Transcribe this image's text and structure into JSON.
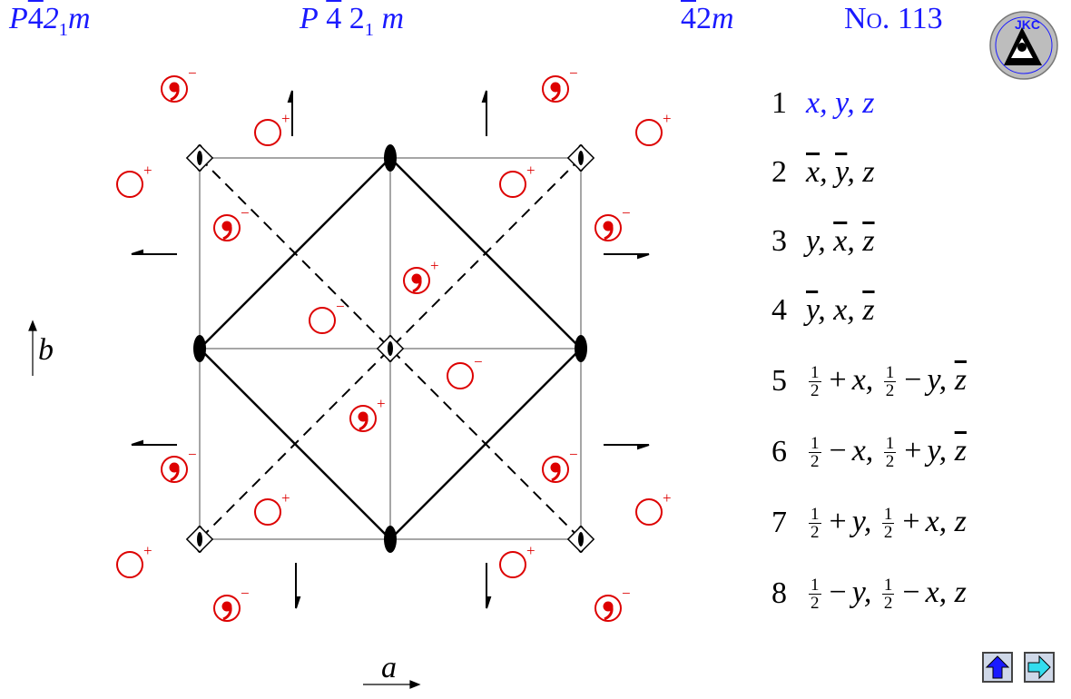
{
  "header": {
    "short_symbol": "P42₁m",
    "full_symbol": "P 4 2₁ m",
    "point_group": "42m",
    "number_label": "No.",
    "number": "113"
  },
  "logo_text": "JKC",
  "axis_labels": {
    "a": "a",
    "b": "b"
  },
  "equivalent_positions": [
    {
      "n": "1",
      "text": "x, y, z"
    },
    {
      "n": "2",
      "text": "x̄, ȳ, z"
    },
    {
      "n": "3",
      "text": "y, x̄, z̄"
    },
    {
      "n": "4",
      "text": "ȳ, x, z̄"
    },
    {
      "n": "5",
      "text": "½ + x, ½ − y, z̄"
    },
    {
      "n": "6",
      "text": "½ − x, ½ + y, z̄"
    },
    {
      "n": "7",
      "text": "½ + y, ½ + x, z"
    },
    {
      "n": "8",
      "text": "½ − y, ½ − x, z"
    }
  ],
  "colors": {
    "header": "#1a1aff",
    "marker": "#dd0000",
    "line": "#000000",
    "cell": "#888888"
  },
  "icons": {
    "up": "up-arrow-icon",
    "next": "right-arrow-icon"
  }
}
